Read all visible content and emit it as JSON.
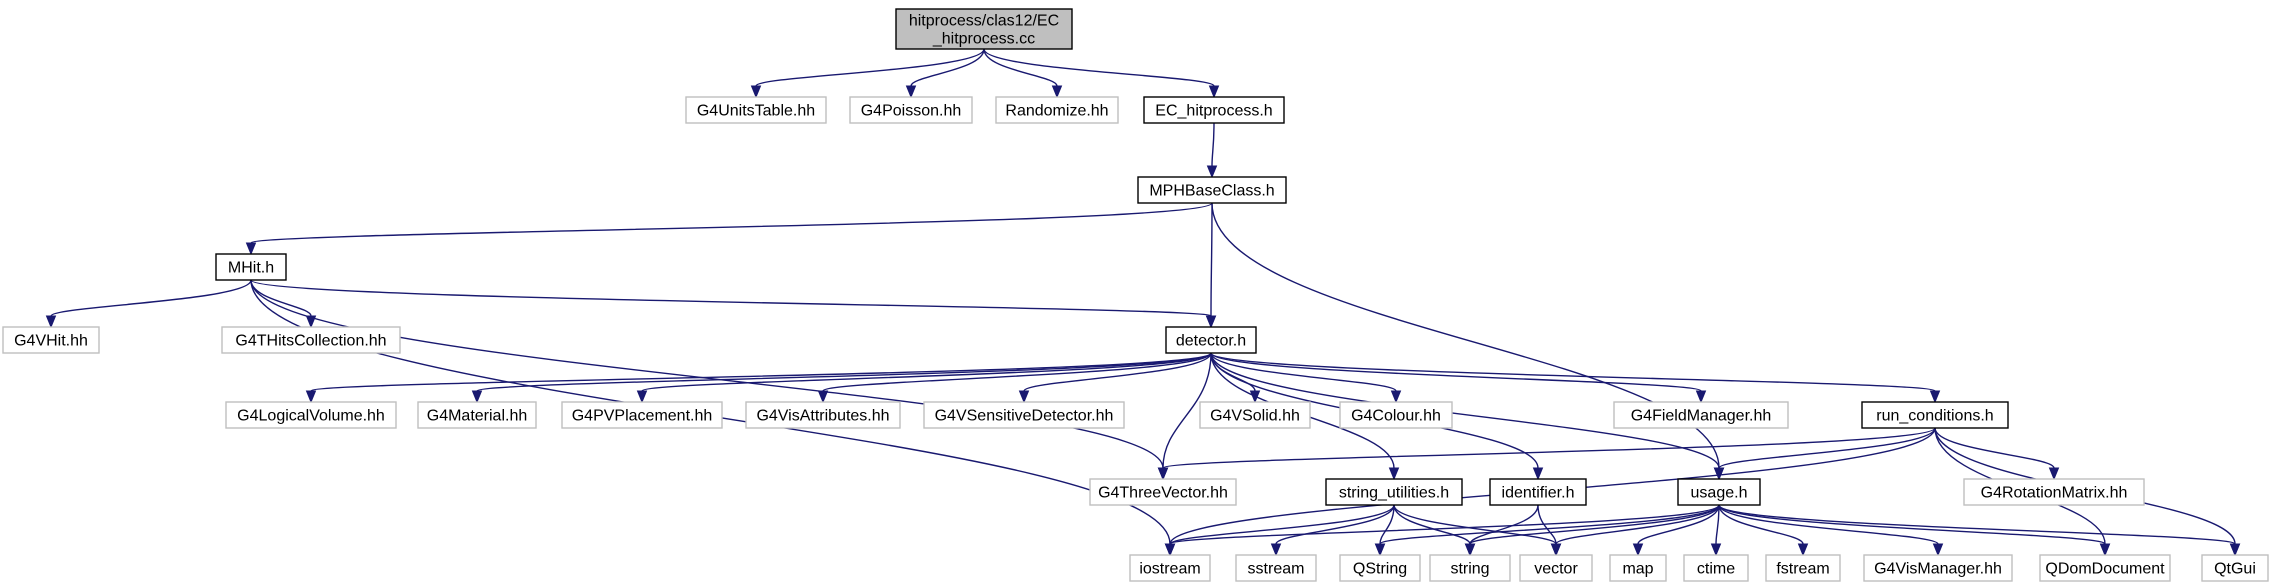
{
  "colors": {
    "edge": "#191970",
    "root_fill": "#bfbfbf",
    "node_border": "#000000",
    "external_border": "#bfbfbf",
    "background": "#ffffff"
  },
  "nodes": [
    {
      "id": "root",
      "label": "hitprocess/clas12/EC\n_hitprocess.cc",
      "kind": "root"
    },
    {
      "id": "units",
      "label": "G4UnitsTable.hh",
      "kind": "ext"
    },
    {
      "id": "poisson",
      "label": "G4Poisson.hh",
      "kind": "ext"
    },
    {
      "id": "randomize",
      "label": "Randomize.hh",
      "kind": "ext"
    },
    {
      "id": "echit",
      "label": "EC_hitprocess.h",
      "kind": "proj"
    },
    {
      "id": "mph",
      "label": "MPHBaseClass.h",
      "kind": "proj"
    },
    {
      "id": "mhit",
      "label": "MHit.h",
      "kind": "proj"
    },
    {
      "id": "g4vhit",
      "label": "G4VHit.hh",
      "kind": "ext"
    },
    {
      "id": "g4thits",
      "label": "G4THitsCollection.hh",
      "kind": "ext"
    },
    {
      "id": "detector",
      "label": "detector.h",
      "kind": "proj"
    },
    {
      "id": "logvol",
      "label": "G4LogicalVolume.hh",
      "kind": "ext"
    },
    {
      "id": "material",
      "label": "G4Material.hh",
      "kind": "ext"
    },
    {
      "id": "pvplace",
      "label": "G4PVPlacement.hh",
      "kind": "ext"
    },
    {
      "id": "visattr",
      "label": "G4VisAttributes.hh",
      "kind": "ext"
    },
    {
      "id": "vsens",
      "label": "G4VSensitiveDetector.hh",
      "kind": "ext"
    },
    {
      "id": "vsolid",
      "label": "G4VSolid.hh",
      "kind": "ext"
    },
    {
      "id": "colour",
      "label": "G4Colour.hh",
      "kind": "ext"
    },
    {
      "id": "fieldmgr",
      "label": "G4FieldManager.hh",
      "kind": "ext"
    },
    {
      "id": "runcond",
      "label": "run_conditions.h",
      "kind": "proj"
    },
    {
      "id": "threevec",
      "label": "G4ThreeVector.hh",
      "kind": "ext"
    },
    {
      "id": "strutil",
      "label": "string_utilities.h",
      "kind": "proj"
    },
    {
      "id": "identifier",
      "label": "identifier.h",
      "kind": "proj"
    },
    {
      "id": "usage",
      "label": "usage.h",
      "kind": "proj"
    },
    {
      "id": "rotmat",
      "label": "G4RotationMatrix.hh",
      "kind": "ext"
    },
    {
      "id": "iostream",
      "label": "iostream",
      "kind": "ext"
    },
    {
      "id": "sstream",
      "label": "sstream",
      "kind": "ext"
    },
    {
      "id": "qstring",
      "label": "QString",
      "kind": "ext"
    },
    {
      "id": "string",
      "label": "string",
      "kind": "ext"
    },
    {
      "id": "vector",
      "label": "vector",
      "kind": "ext"
    },
    {
      "id": "map",
      "label": "map",
      "kind": "ext"
    },
    {
      "id": "ctime",
      "label": "ctime",
      "kind": "ext"
    },
    {
      "id": "fstream",
      "label": "fstream",
      "kind": "ext"
    },
    {
      "id": "vismgr",
      "label": "G4VisManager.hh",
      "kind": "ext"
    },
    {
      "id": "qdom",
      "label": "QDomDocument",
      "kind": "ext"
    },
    {
      "id": "qtgui",
      "label": "QtGui",
      "kind": "ext"
    }
  ],
  "edges": [
    [
      "root",
      "units"
    ],
    [
      "root",
      "poisson"
    ],
    [
      "root",
      "randomize"
    ],
    [
      "root",
      "echit"
    ],
    [
      "echit",
      "mph"
    ],
    [
      "mph",
      "mhit"
    ],
    [
      "mph",
      "detector"
    ],
    [
      "mph",
      "usage"
    ],
    [
      "mhit",
      "g4vhit"
    ],
    [
      "mhit",
      "g4thits"
    ],
    [
      "mhit",
      "detector"
    ],
    [
      "mhit",
      "threevec"
    ],
    [
      "mhit",
      "iostream"
    ],
    [
      "detector",
      "logvol"
    ],
    [
      "detector",
      "material"
    ],
    [
      "detector",
      "pvplace"
    ],
    [
      "detector",
      "visattr"
    ],
    [
      "detector",
      "vsens"
    ],
    [
      "detector",
      "vsolid"
    ],
    [
      "detector",
      "colour"
    ],
    [
      "detector",
      "fieldmgr"
    ],
    [
      "detector",
      "runcond"
    ],
    [
      "detector",
      "threevec"
    ],
    [
      "detector",
      "strutil"
    ],
    [
      "detector",
      "identifier"
    ],
    [
      "detector",
      "usage"
    ],
    [
      "runcond",
      "threevec"
    ],
    [
      "runcond",
      "rotmat"
    ],
    [
      "runcond",
      "usage"
    ],
    [
      "runcond",
      "iostream"
    ],
    [
      "runcond",
      "qdom"
    ],
    [
      "runcond",
      "qtgui"
    ],
    [
      "strutil",
      "iostream"
    ],
    [
      "strutil",
      "sstream"
    ],
    [
      "strutil",
      "qstring"
    ],
    [
      "strutil",
      "string"
    ],
    [
      "strutil",
      "vector"
    ],
    [
      "identifier",
      "string"
    ],
    [
      "identifier",
      "vector"
    ],
    [
      "usage",
      "iostream"
    ],
    [
      "usage",
      "qstring"
    ],
    [
      "usage",
      "string"
    ],
    [
      "usage",
      "vector"
    ],
    [
      "usage",
      "map"
    ],
    [
      "usage",
      "ctime"
    ],
    [
      "usage",
      "fstream"
    ],
    [
      "usage",
      "vismgr"
    ],
    [
      "usage",
      "qdom"
    ],
    [
      "usage",
      "qtgui"
    ]
  ]
}
